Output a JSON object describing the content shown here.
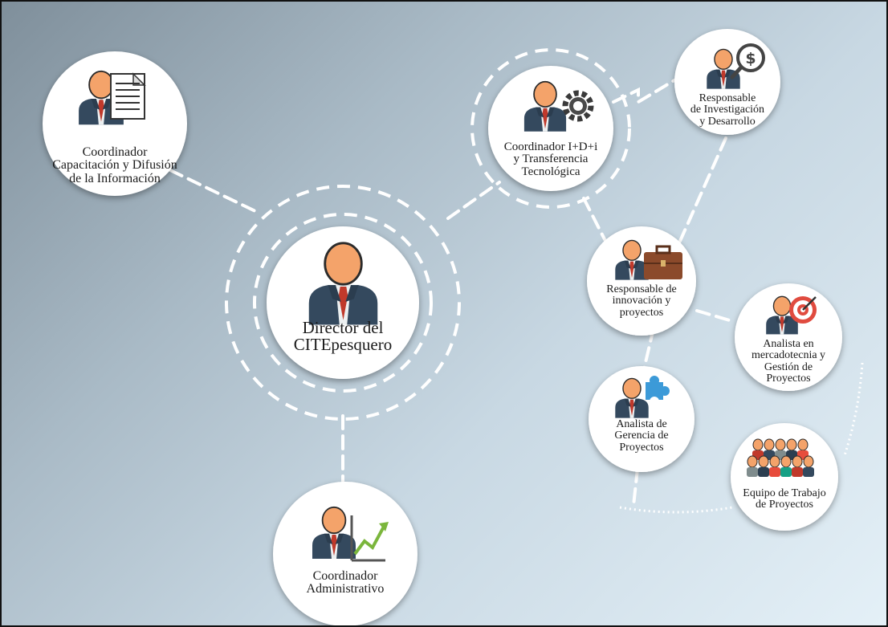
{
  "nodes": {
    "director": {
      "lines": [
        "Director del",
        "CITEpesquero"
      ],
      "icon": "executive-icon"
    },
    "capacitacion": {
      "lines": [
        "Coordinador",
        "Capacitación y Difusión",
        "de la Información"
      ],
      "icon": "document-icon"
    },
    "idi": {
      "lines": [
        "Coordinador I+D+i",
        "y Transferencia",
        "Tecnológica"
      ],
      "icon": "gear-icon"
    },
    "investigacion": {
      "lines": [
        "Responsable",
        "de Investigación",
        "y Desarrollo"
      ],
      "icon": "dollar-magnifier-icon"
    },
    "innovacion": {
      "lines": [
        "Responsable de",
        "innovación y",
        "proyectos"
      ],
      "icon": "briefcase-icon"
    },
    "mercadotecnia": {
      "lines": [
        "Analista en",
        "mercadotecnia y",
        "Gestión de",
        "Proyectos"
      ],
      "icon": "target-icon"
    },
    "gerencia": {
      "lines": [
        "Analista de",
        "Gerencia de",
        "Proyectos"
      ],
      "icon": "puzzle-icon"
    },
    "equipo": {
      "lines": [
        "Equipo de Trabajo",
        "de Proyectos"
      ],
      "icon": "team-icon"
    },
    "administrativo": {
      "lines": [
        "Coordinador",
        "Administrativo"
      ],
      "icon": "growth-chart-icon"
    }
  },
  "colors": {
    "head": "#f4a36a",
    "suit": "#34495e",
    "tie": "#c0392b",
    "shirt": "#ecf0f1",
    "dash": "#ffffff",
    "accent": "#3c9ad8",
    "arrow": "#7bb63c"
  }
}
